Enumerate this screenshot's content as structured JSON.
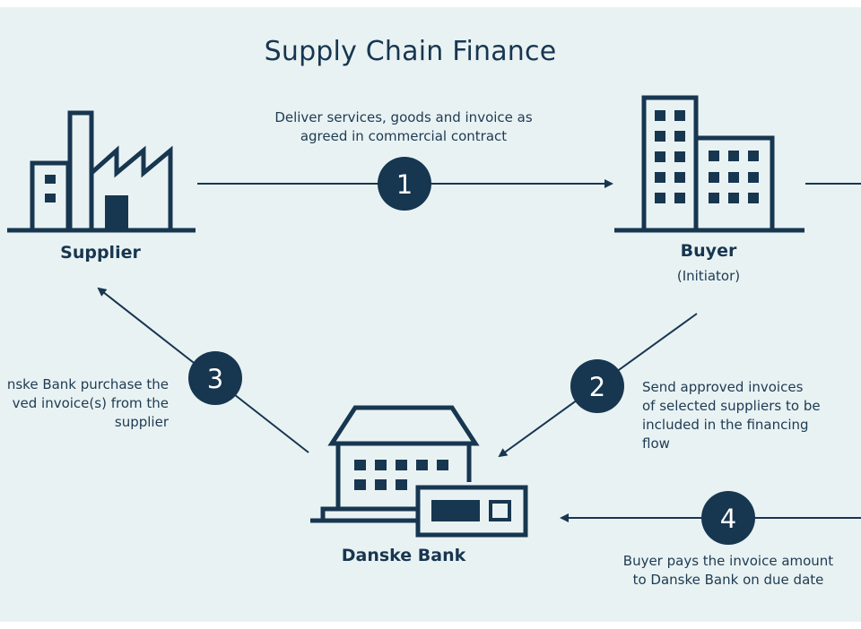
{
  "title": "Supply Chain Finance",
  "colors": {
    "ink": "#173650",
    "background": "#e9f2f3"
  },
  "nodes": {
    "supplier": {
      "label": "Supplier",
      "icon": "factory-icon"
    },
    "buyer": {
      "label": "Buyer",
      "sublabel": "(Initiator)",
      "icon": "office-buildings-icon"
    },
    "bank": {
      "label": "Danske Bank",
      "icon": "bank-building-icon"
    }
  },
  "steps": [
    {
      "number": "1",
      "lines": [
        "Deliver services, goods and invoice as",
        "agreed in commercial contract"
      ]
    },
    {
      "number": "2",
      "lines": [
        "Send approved invoices",
        "of selected suppliers to be",
        "included in the financing",
        "flow"
      ]
    },
    {
      "number": "3",
      "lines": [
        "nske Bank purchase the",
        "ved invoice(s) from the",
        "supplier"
      ]
    },
    {
      "number": "4",
      "lines": [
        "Buyer pays the invoice amount",
        "to Danske Bank on due date"
      ]
    }
  ]
}
